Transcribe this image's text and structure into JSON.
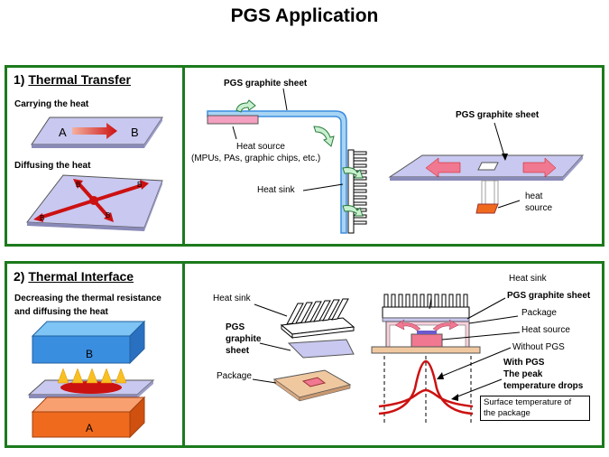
{
  "title": "PGS Application",
  "section1": {
    "number": "1)",
    "heading": "Thermal Transfer",
    "carrying": "Carrying the heat",
    "diffusing": "Diffusing the heat",
    "letter_a": "A",
    "letter_b": "B",
    "bend_sheet_label": "PGS  graphite sheet",
    "heat_source_label": "Heat source",
    "heat_source_examples": "(MPUs, PAs, graphic chips, etc.)",
    "heat_sink_label": "Heat sink",
    "flat_sheet_label": "PGS graphite sheet",
    "heat_label": "heat",
    "source_label": "source"
  },
  "section2": {
    "number": "2)",
    "heading": "Thermal Interface",
    "desc_line1": "Decreasing the thermal resistance",
    "desc_line2": "and diffusing the heat",
    "block_b": "B",
    "block_a": "A",
    "heat_sink": "Heat sink",
    "pgs_line1": "PGS",
    "pgs_line2": "graphite",
    "pgs_line3": "sheet",
    "package": "Package",
    "right_heat_sink": "Heat sink",
    "right_pgs": "PGS graphite sheet",
    "right_package": "Package",
    "right_heat_source": "Heat source",
    "without_pgs": "Without PGS",
    "with_pgs": "With PGS",
    "peak_line1": "The peak",
    "peak_line2": "temperature drops",
    "surface_line1": "Surface temperature of",
    "surface_line2": "the package"
  },
  "colors": {
    "frame": "#1c7a1c",
    "sheet": "#c8c8f0",
    "heat_arrow": "#cc1111",
    "pink": "#f07890",
    "orange": "#f06a1e",
    "blue": "#3a8ee0"
  }
}
